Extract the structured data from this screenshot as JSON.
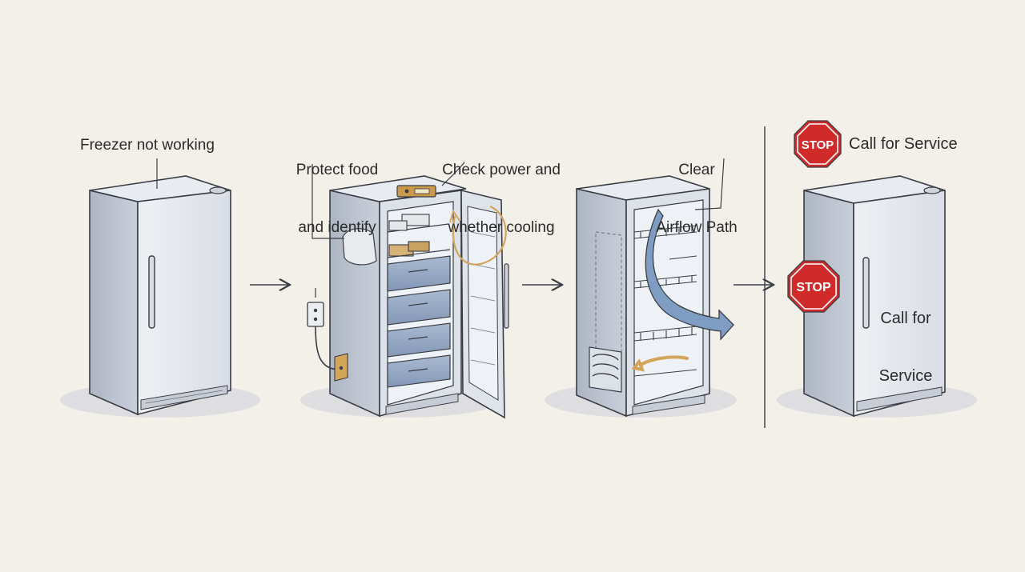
{
  "steps": [
    {
      "label": "Freezer not working"
    },
    {
      "label_line1": "Protect food",
      "label_line2": "and identify"
    },
    {
      "label_line1": "Check power and",
      "label_line2": "whether cooling"
    },
    {
      "label_line1": "Clear",
      "label_line2": "Airflow Path"
    },
    {
      "header_label": "Call for Service",
      "door_line1": "Call for",
      "door_line2": "Service"
    }
  ],
  "stop_sign_text": "STOP",
  "colors": {
    "background": "#f3f0e9",
    "cabinet_light": "#e3e6ec",
    "cabinet_side": "#b9c0cc",
    "outline": "#3a3d44",
    "drawer_blue": "#93a6c2",
    "airflow_arrow": "#7f9dc2",
    "warm_accent": "#d3a45a",
    "stop_red": "#cf2b2b"
  },
  "icons": [
    "right-arrow-icon",
    "stop-sign-icon",
    "power-outlet-icon",
    "thermometer-display-icon",
    "airflow-arrow-icon"
  ]
}
